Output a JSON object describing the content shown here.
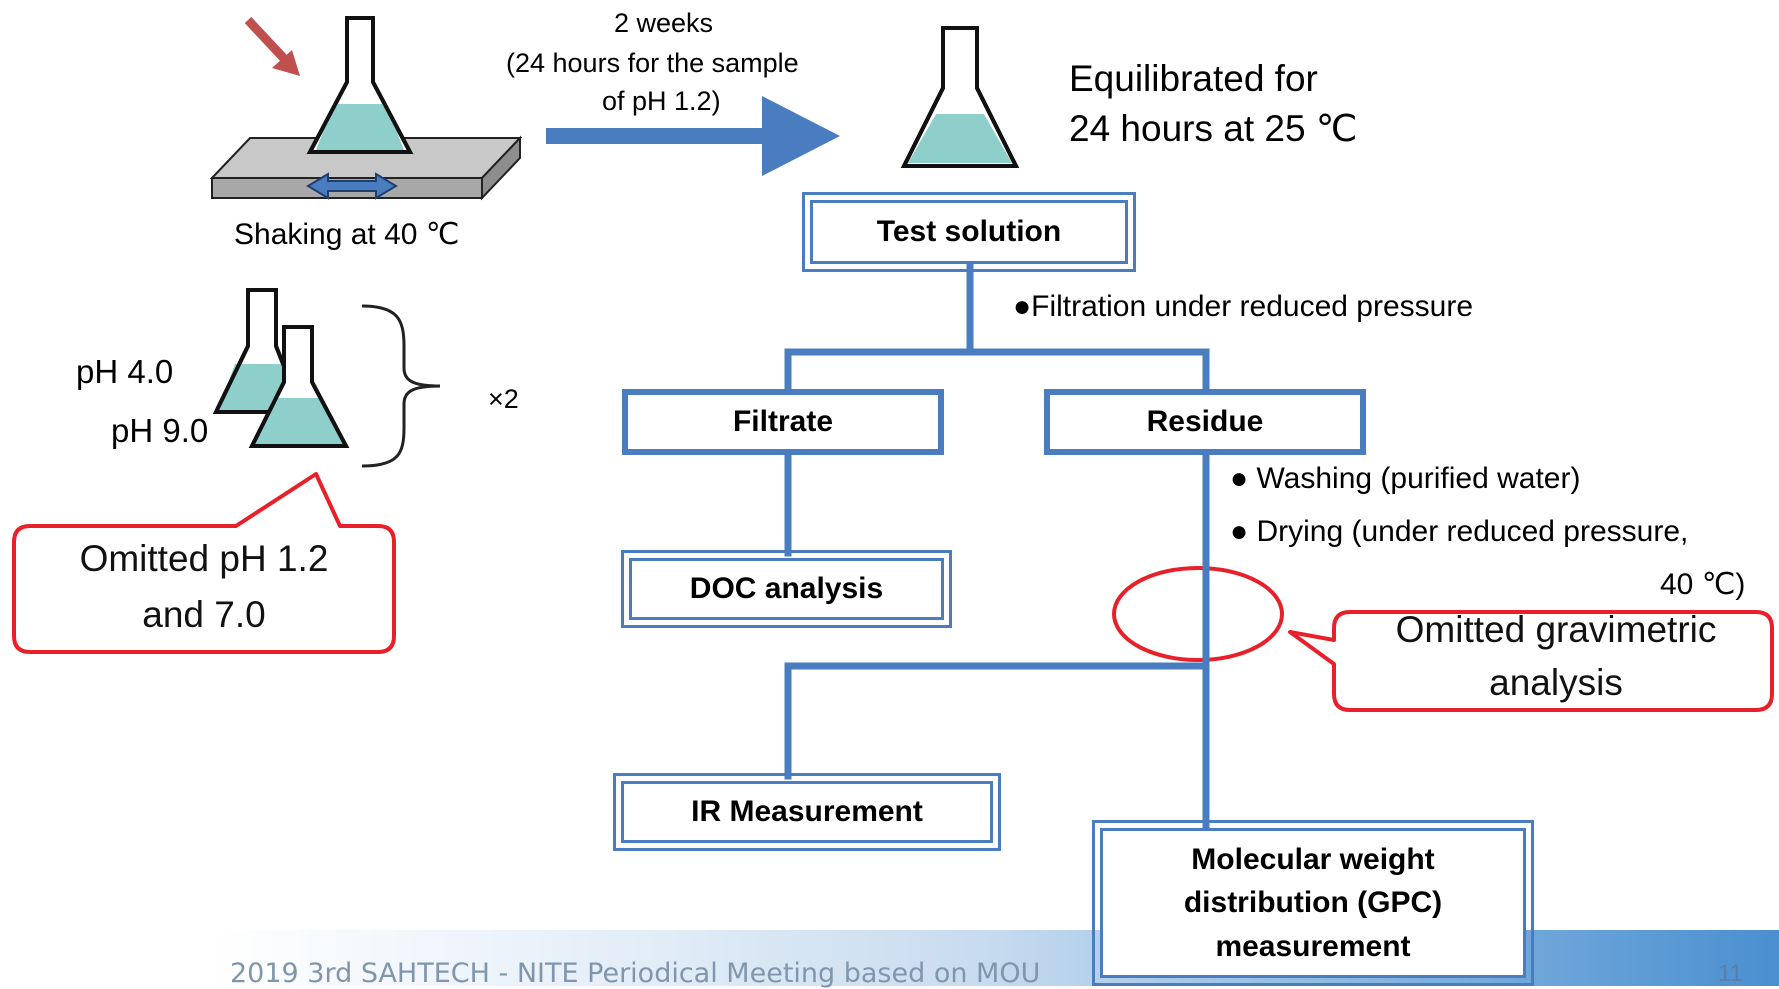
{
  "top": {
    "transfer_duration": "2 weeks",
    "transfer_note_line1": "(24 hours for the sample",
    "transfer_note_line2": "of pH 1.2)",
    "shaking_label": "Shaking at 40 ℃",
    "equilibrated_line1": "Equilibrated for",
    "equilibrated_line2": "24 hours at 25 ℃"
  },
  "samples": {
    "ph_a": "pH 4.0",
    "ph_b": "pH 9.0",
    "multiplier": "×2"
  },
  "callouts": {
    "omitted_ph_line1": "Omitted pH 1.2",
    "omitted_ph_line2": "and 7.0",
    "omitted_grav_line1": "Omitted gravimetric",
    "omitted_grav_line2": "analysis"
  },
  "flow": {
    "test_solution": "Test solution",
    "filtration_step": "●Filtration under reduced pressure",
    "filtrate": "Filtrate",
    "residue": "Residue",
    "washing_step": "● Washing (purified water)",
    "drying_step_line1": "● Drying (under reduced pressure,",
    "drying_step_line2": "40 ℃)",
    "doc_analysis": "DOC analysis",
    "ir_measurement": "IR Measurement",
    "gpc_line1": "Molecular weight",
    "gpc_line2": "distribution (GPC)",
    "gpc_line3": "measurement"
  },
  "footer": {
    "text": "2019 3rd SAHTECH - NITE Periodical Meeting based on MOU",
    "page_number": "11"
  },
  "colors": {
    "flow_blue": "#4a7cc0",
    "liquid": "#8ecfcc",
    "callout_red": "#e8202a",
    "pointer_arrow": "#c0504d"
  }
}
